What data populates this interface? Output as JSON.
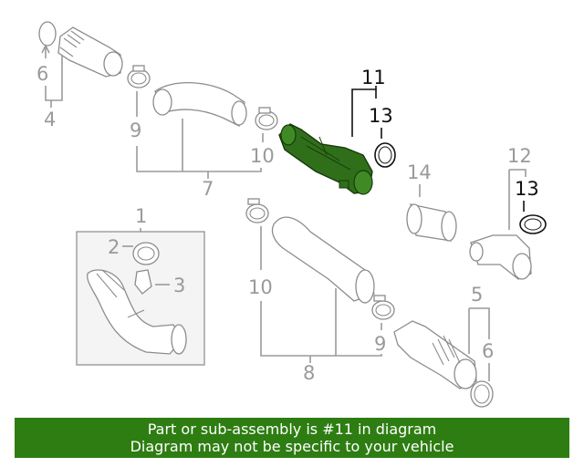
{
  "colors": {
    "highlight_part": "#2f6f1a",
    "banner_bg": "#2e7d12",
    "banner_text": "#ffffff",
    "callout_gray": "#9a9a9a",
    "callout_highlight": "#111111"
  },
  "callouts": {
    "c1": "1",
    "c2": "2",
    "c3": "3",
    "c4": "4",
    "c5": "5",
    "c6a": "6",
    "c6b": "6",
    "c7": "7",
    "c8": "8",
    "c9a": "9",
    "c9b": "9",
    "c10a": "10",
    "c10b": "10",
    "c11": "11",
    "c12": "12",
    "c13a": "13",
    "c13b": "13",
    "c14": "14"
  },
  "banner": {
    "line1": "Part or sub-assembly is #11 in diagram",
    "line2": "Diagram may not be specific to your vehicle"
  }
}
